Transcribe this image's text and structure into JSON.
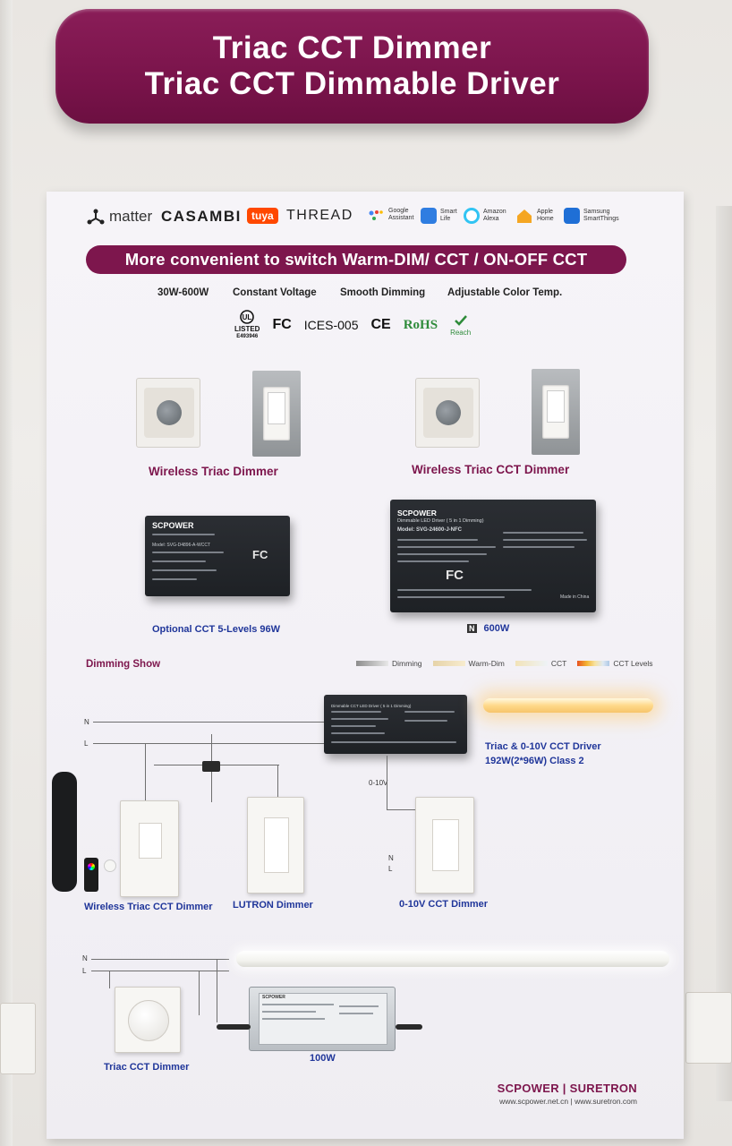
{
  "header": {
    "line1": "Triac CCT Dimmer",
    "line2": "Triac CCT Dimmable Driver"
  },
  "logos": {
    "matter": "matter",
    "casambi": "CASAMBI",
    "tuya": "tuya",
    "thread": "THREAD",
    "google_top": "Google",
    "google_bottom": "Assistant",
    "smartlife_top": "Smart",
    "smartlife_bottom": "Life",
    "alexa_top": "Amazon",
    "alexa_bottom": "Alexa",
    "apple_top": "Apple",
    "apple_bottom": "Home",
    "samsung_top": "Samsung",
    "samsung_bottom": "SmartThings"
  },
  "banner": "More convenient to switch Warm-DIM/ CCT / ON-OFF CCT",
  "features": [
    "30W-600W",
    "Constant Voltage",
    "Smooth Dimming",
    "Adjustable Color Temp."
  ],
  "certs": {
    "ul_listed": "LISTED",
    "ul_code": "E493946",
    "fc": "FC",
    "ices": "ICES-005",
    "ce": "CE",
    "rohs": "RoHS",
    "reach": "Reach"
  },
  "products": {
    "wireless_triac_dimmer": "Wireless Triac Dimmer",
    "wireless_triac_cct_dimmer_top": "Wireless Triac CCT Dimmer",
    "driver_small_brand": "SCPOWER",
    "driver_small_model": "Model: SVG-D4896-A-WCCT",
    "optional_cct": "Optional CCT 5-Levels 96W",
    "driver_large_brand": "SCPOWER",
    "driver_large_title": "Dimmable LED Driver ( 5 in 1 Dimming)",
    "driver_large_model": "Model: SVG-24600-J-NFC",
    "driver_large_made": "Made in China",
    "fc_mark": "FC",
    "nfc_mark": "N",
    "w600": "600W"
  },
  "dimming_show": {
    "title": "Dimming Show",
    "legend": [
      "Dimming",
      "Warm-Dim",
      "CCT",
      "CCT Levels"
    ]
  },
  "wiring": {
    "n": "N",
    "l": "L",
    "zero_ten": "0-10V",
    "driver_title": "Dimmable CCT LED Driver ( 5 in 1 Dimming)",
    "triac_driver_line1": "Triac & 0-10V CCT Driver",
    "triac_driver_line2": "192W(2*96W) Class 2",
    "wireless_triac_cct_dimmer": "Wireless Triac CCT Dimmer",
    "lutron_dimmer": "LUTRON Dimmer",
    "zero_ten_dimmer": "0-10V CCT Dimmer",
    "triac_cct_dimmer": "Triac CCT Dimmer",
    "w100": "100W",
    "silver_brand": "SCPOWER"
  },
  "footer": {
    "brand": "SCPOWER | SURETRON",
    "url": "www.scpower.net.cn | www.suretron.com"
  },
  "colors": {
    "brand_magenta": "#7d164d",
    "caption_blue": "#20369a",
    "board": "#f4f2f7"
  }
}
